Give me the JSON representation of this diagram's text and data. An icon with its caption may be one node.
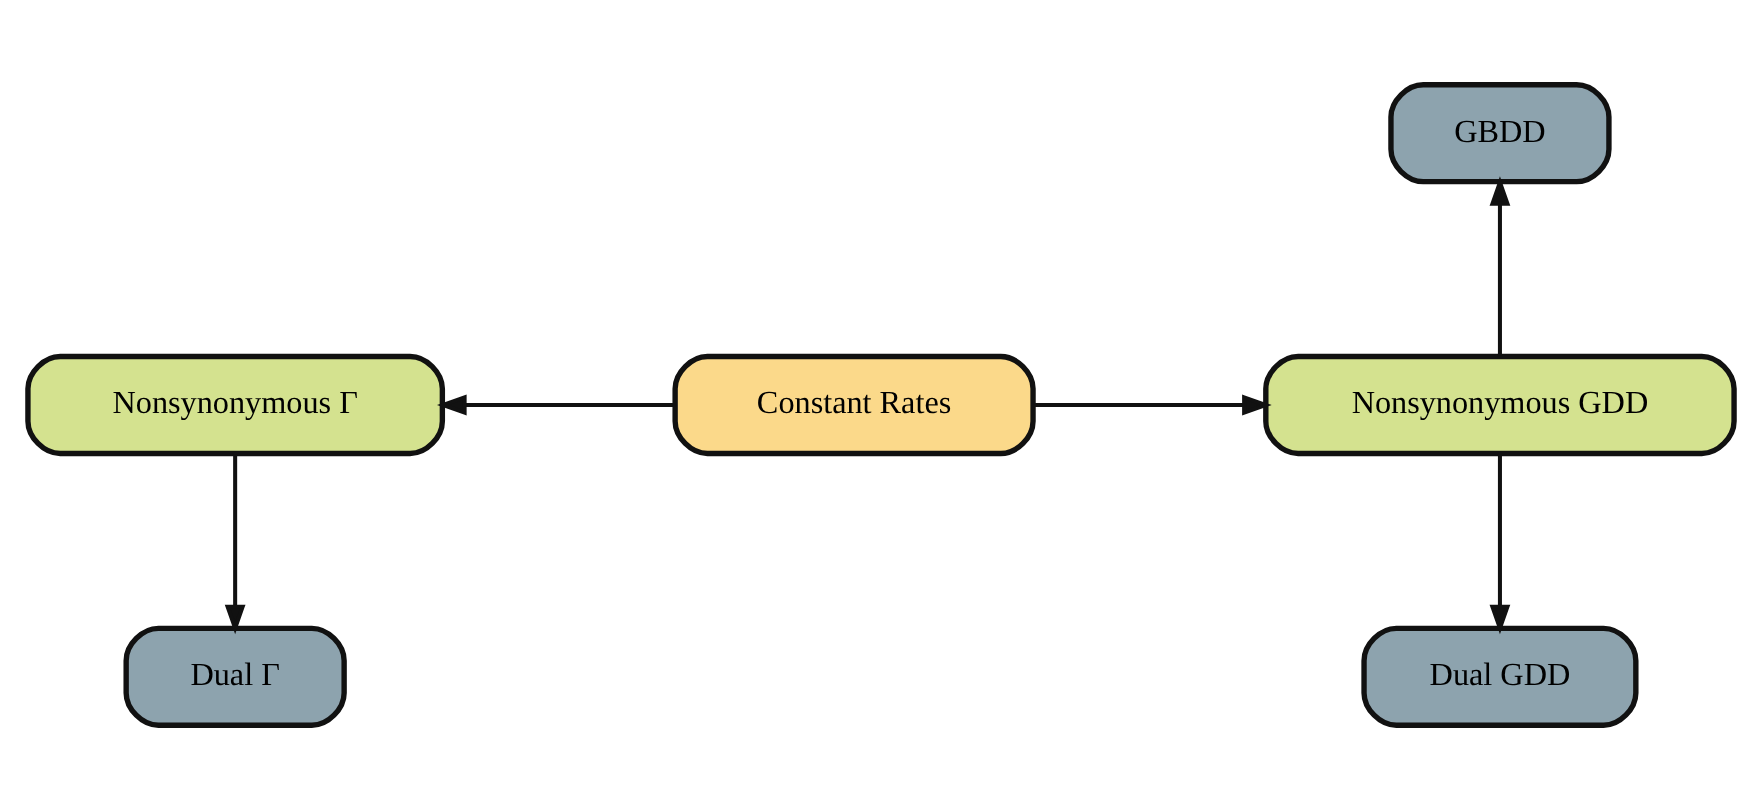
{
  "diagram": {
    "nodes": [
      {
        "text": [
          "Constant Rates"
        ]
      },
      {
        "text": [
          "Nonsynonymous Γ"
        ]
      },
      {
        "text": [
          "Nonsynonymous GDD"
        ]
      },
      {
        "text": [
          "GBDD"
        ]
      },
      {
        "text": [
          "Dual Γ"
        ]
      },
      {
        "text": [
          "Dual GDD"
        ]
      }
    ],
    "edges": [
      {
        "from": 0,
        "to": 1,
        "arrow": "to"
      },
      {
        "from": 0,
        "to": 2,
        "arrow": "to"
      },
      {
        "from": 2,
        "to": 3,
        "arrow": "to"
      },
      {
        "from": 1,
        "to": 4,
        "arrow": "to"
      },
      {
        "from": 2,
        "to": 5,
        "arrow": "to"
      }
    ]
  }
}
